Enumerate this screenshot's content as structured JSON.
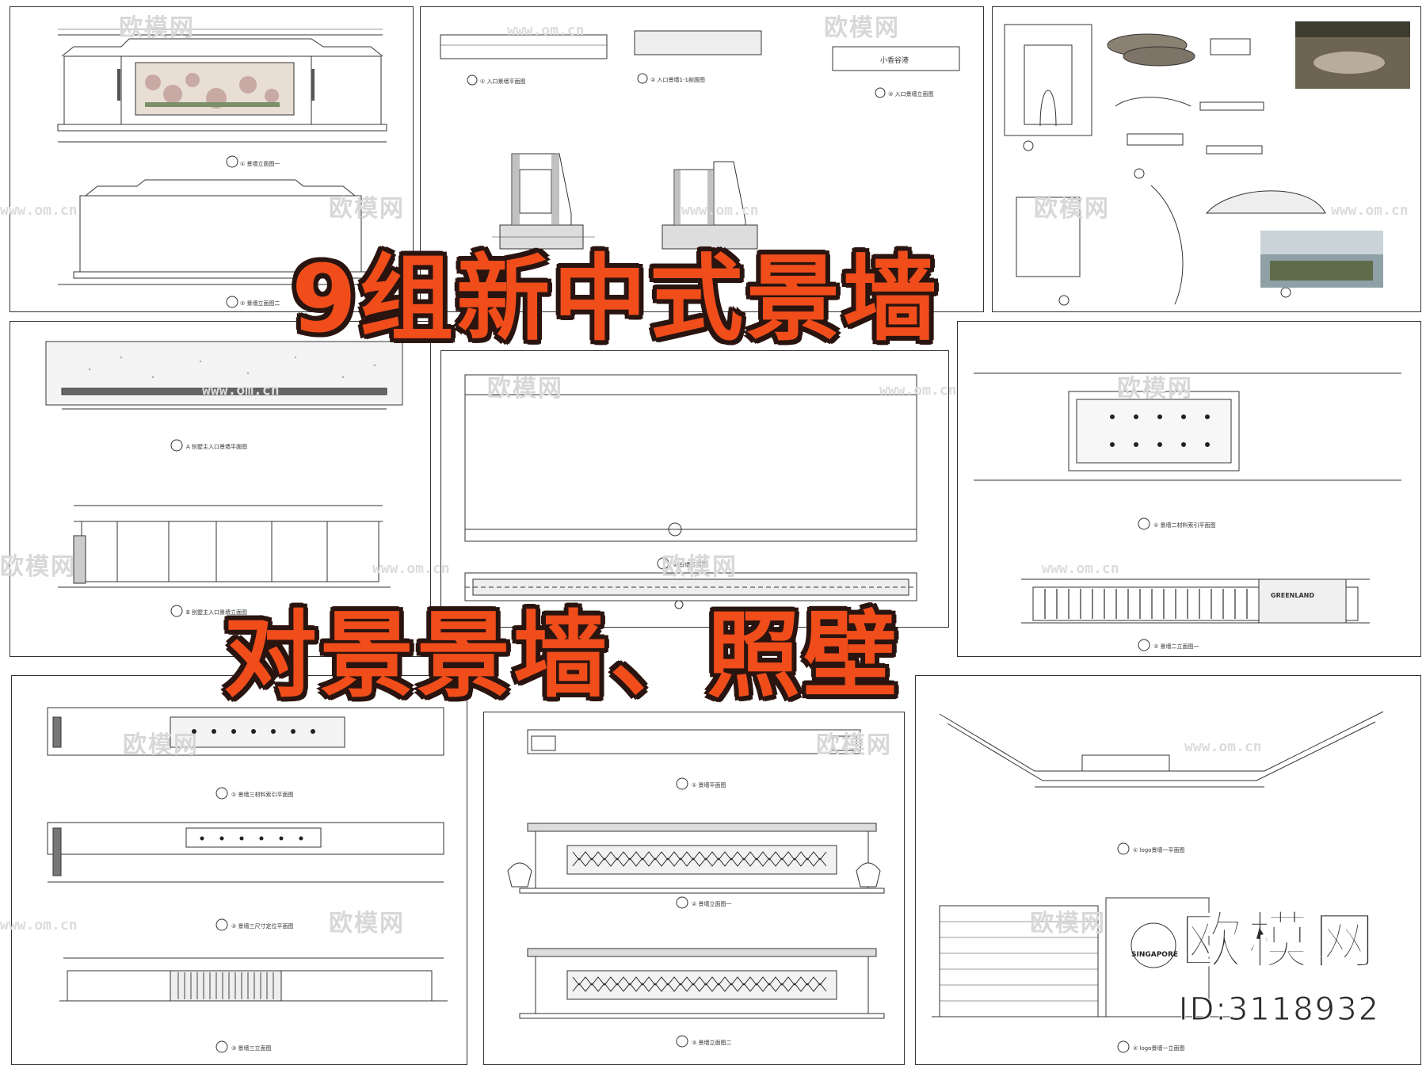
{
  "headline": {
    "line1": "9组新中式景墙",
    "line2": "对景景墙、照壁"
  },
  "brand": {
    "name": "欧模网",
    "id": "ID:3118932"
  },
  "watermark": {
    "text": "欧模网",
    "url": "www.om.cn"
  },
  "drawings": {
    "sheet1_caption1": "① 景墙立面图一",
    "sheet1_caption2": "② 景墙立面图二",
    "sheet2_caption1": "① 入口景墙平面图",
    "sheet2_caption2": "② 入口景墙1-1剖面图",
    "sheet2_caption3": "③ 入口景墙立面图",
    "sheet2_sign": "小香谷港",
    "sheet4_caption1": "A 别墅主入口景墙平面图",
    "sheet4_caption2": "B 别墅主入口景墙立面图",
    "sheet5_caption1": "① 景墙平面图",
    "sheet6_caption1": "① 景墙二材料索引平面图",
    "sheet6_caption2": "② 景墙二立面图一",
    "sheet6_sign": "GREENLAND",
    "sheet7_caption1": "① 景墙三材料索引平面图",
    "sheet7_caption2": "② 景墙三尺寸定位平面图",
    "sheet7_caption3": "③ 景墙三立面图",
    "sheet8_caption1": "① 景墙平面图",
    "sheet8_caption2": "② 景墙立面图一",
    "sheet8_caption3": "③ 景墙立面图二",
    "sheet9_caption1": "① logo景墙一平面图",
    "sheet9_caption2": "② logo景墙一立面图",
    "sheet9_sign": "SINGAPORE"
  },
  "colors": {
    "headline": "#f04d1b",
    "outline": "#2a1410",
    "line": "#333333"
  }
}
